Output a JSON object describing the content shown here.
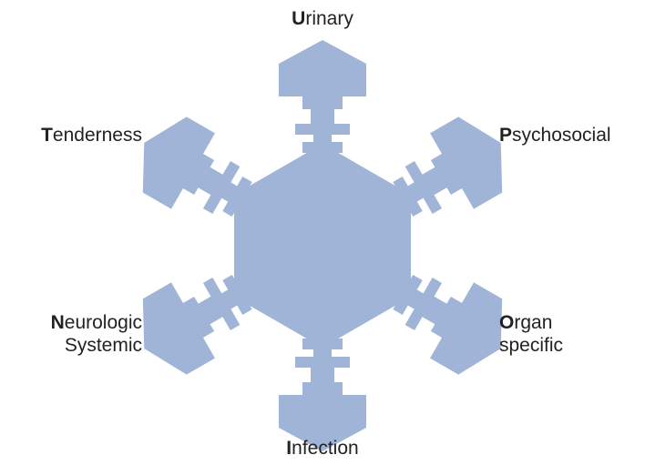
{
  "diagram": {
    "fill_color": "#9fb4d6",
    "arms": [
      {
        "id": "top",
        "initial": "U",
        "rest": "rinary"
      },
      {
        "id": "top-right",
        "initial": "P",
        "rest": "sychosocial"
      },
      {
        "id": "bottom-right",
        "initial": "O",
        "rest": "rgan",
        "line2": "specific"
      },
      {
        "id": "bottom",
        "initial": "I",
        "rest": "nfection"
      },
      {
        "id": "bottom-left",
        "initial": "N",
        "rest": "eurologic",
        "line2": "Systemic"
      },
      {
        "id": "top-left",
        "initial": "T",
        "rest": "enderness"
      }
    ]
  }
}
